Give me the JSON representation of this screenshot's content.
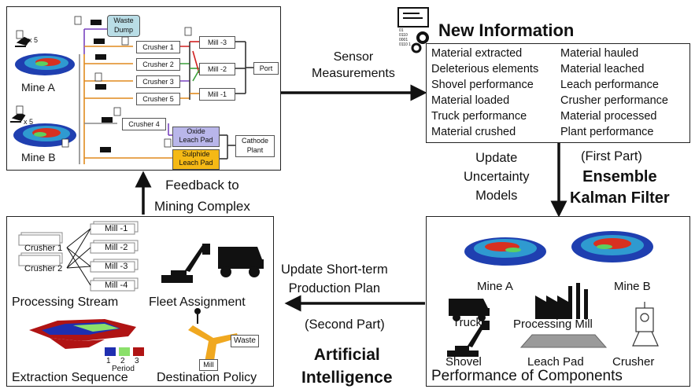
{
  "mining_complex": {
    "waste_dump": "Waste\nDump",
    "multiplier_a": "x 5",
    "multiplier_b": "x 5",
    "mine_a": "Mine A",
    "mine_b": "Mine B",
    "crushers": [
      "Crusher 1",
      "Crusher 2",
      "Crusher 3",
      "Crusher 5"
    ],
    "crusher_4": "Crusher 4",
    "mills": [
      "Mill -3",
      "Mill -2",
      "Mill -1"
    ],
    "port": "Port",
    "oxide_pad": "Oxide\nLeach Pad",
    "sulphide_pad": "Sulphide\nLeach Pad",
    "cathode_plant": "Cathode\nPlant"
  },
  "sensor": {
    "label": "Sensor\nMeasurements"
  },
  "new_info": {
    "title": "New Information",
    "icon_binary": "01\n0110\n0001\n0110 1",
    "left_items": [
      "Material extracted",
      "Deleterious elements",
      "Shovel performance",
      "Material loaded",
      "Truck performance",
      "Material crushed"
    ],
    "right_items": [
      "Material hauled",
      "Material leached",
      "Leach performance",
      "Crusher performance",
      "Material processed",
      "Plant performance"
    ]
  },
  "enkf": {
    "update_label": "Update\nUncertainty\nModels",
    "first_part": "(First Part)",
    "method": "Ensemble\nKalman Filter"
  },
  "feedback": {
    "label": "Feedback to\nMining Complex"
  },
  "ai": {
    "update_label": "Update Short-term\nProduction Plan",
    "second_part": "(Second Part)",
    "method": "Artificial\nIntelligence"
  },
  "decisions": {
    "crushers": [
      "Crusher 1",
      "Crusher 2"
    ],
    "mills": [
      "Mill -1",
      "Mill -2",
      "Mill -3",
      "Mill -4"
    ],
    "processing_stream": "Processing Stream",
    "fleet_assignment": "Fleet Assignment",
    "period_numbers": [
      "1",
      "2",
      "3"
    ],
    "period_label": "Period",
    "waste": "Waste",
    "mill": "Mill",
    "extraction_sequence": "Extraction Sequence",
    "destination_policy": "Destination Policy"
  },
  "performance": {
    "mine_a": "Mine A",
    "mine_b": "Mine B",
    "truck": "Truck",
    "processing_mill": "Processing Mill",
    "shovel": "Shovel",
    "leach_pad": "Leach Pad",
    "crusher": "Crusher",
    "title": "Performance of Components"
  },
  "colors": {
    "period_1": "#1f2fb0",
    "period_2": "#8be06b",
    "period_3": "#b01414",
    "oxide": "#b9b6ea",
    "sulphide": "#f5b915",
    "waste_dump": "#b9dde6",
    "orange_line": "#e08a1e",
    "green_line": "#3aa03a",
    "red_line": "#d02020",
    "purple_line": "#7a44c0"
  }
}
